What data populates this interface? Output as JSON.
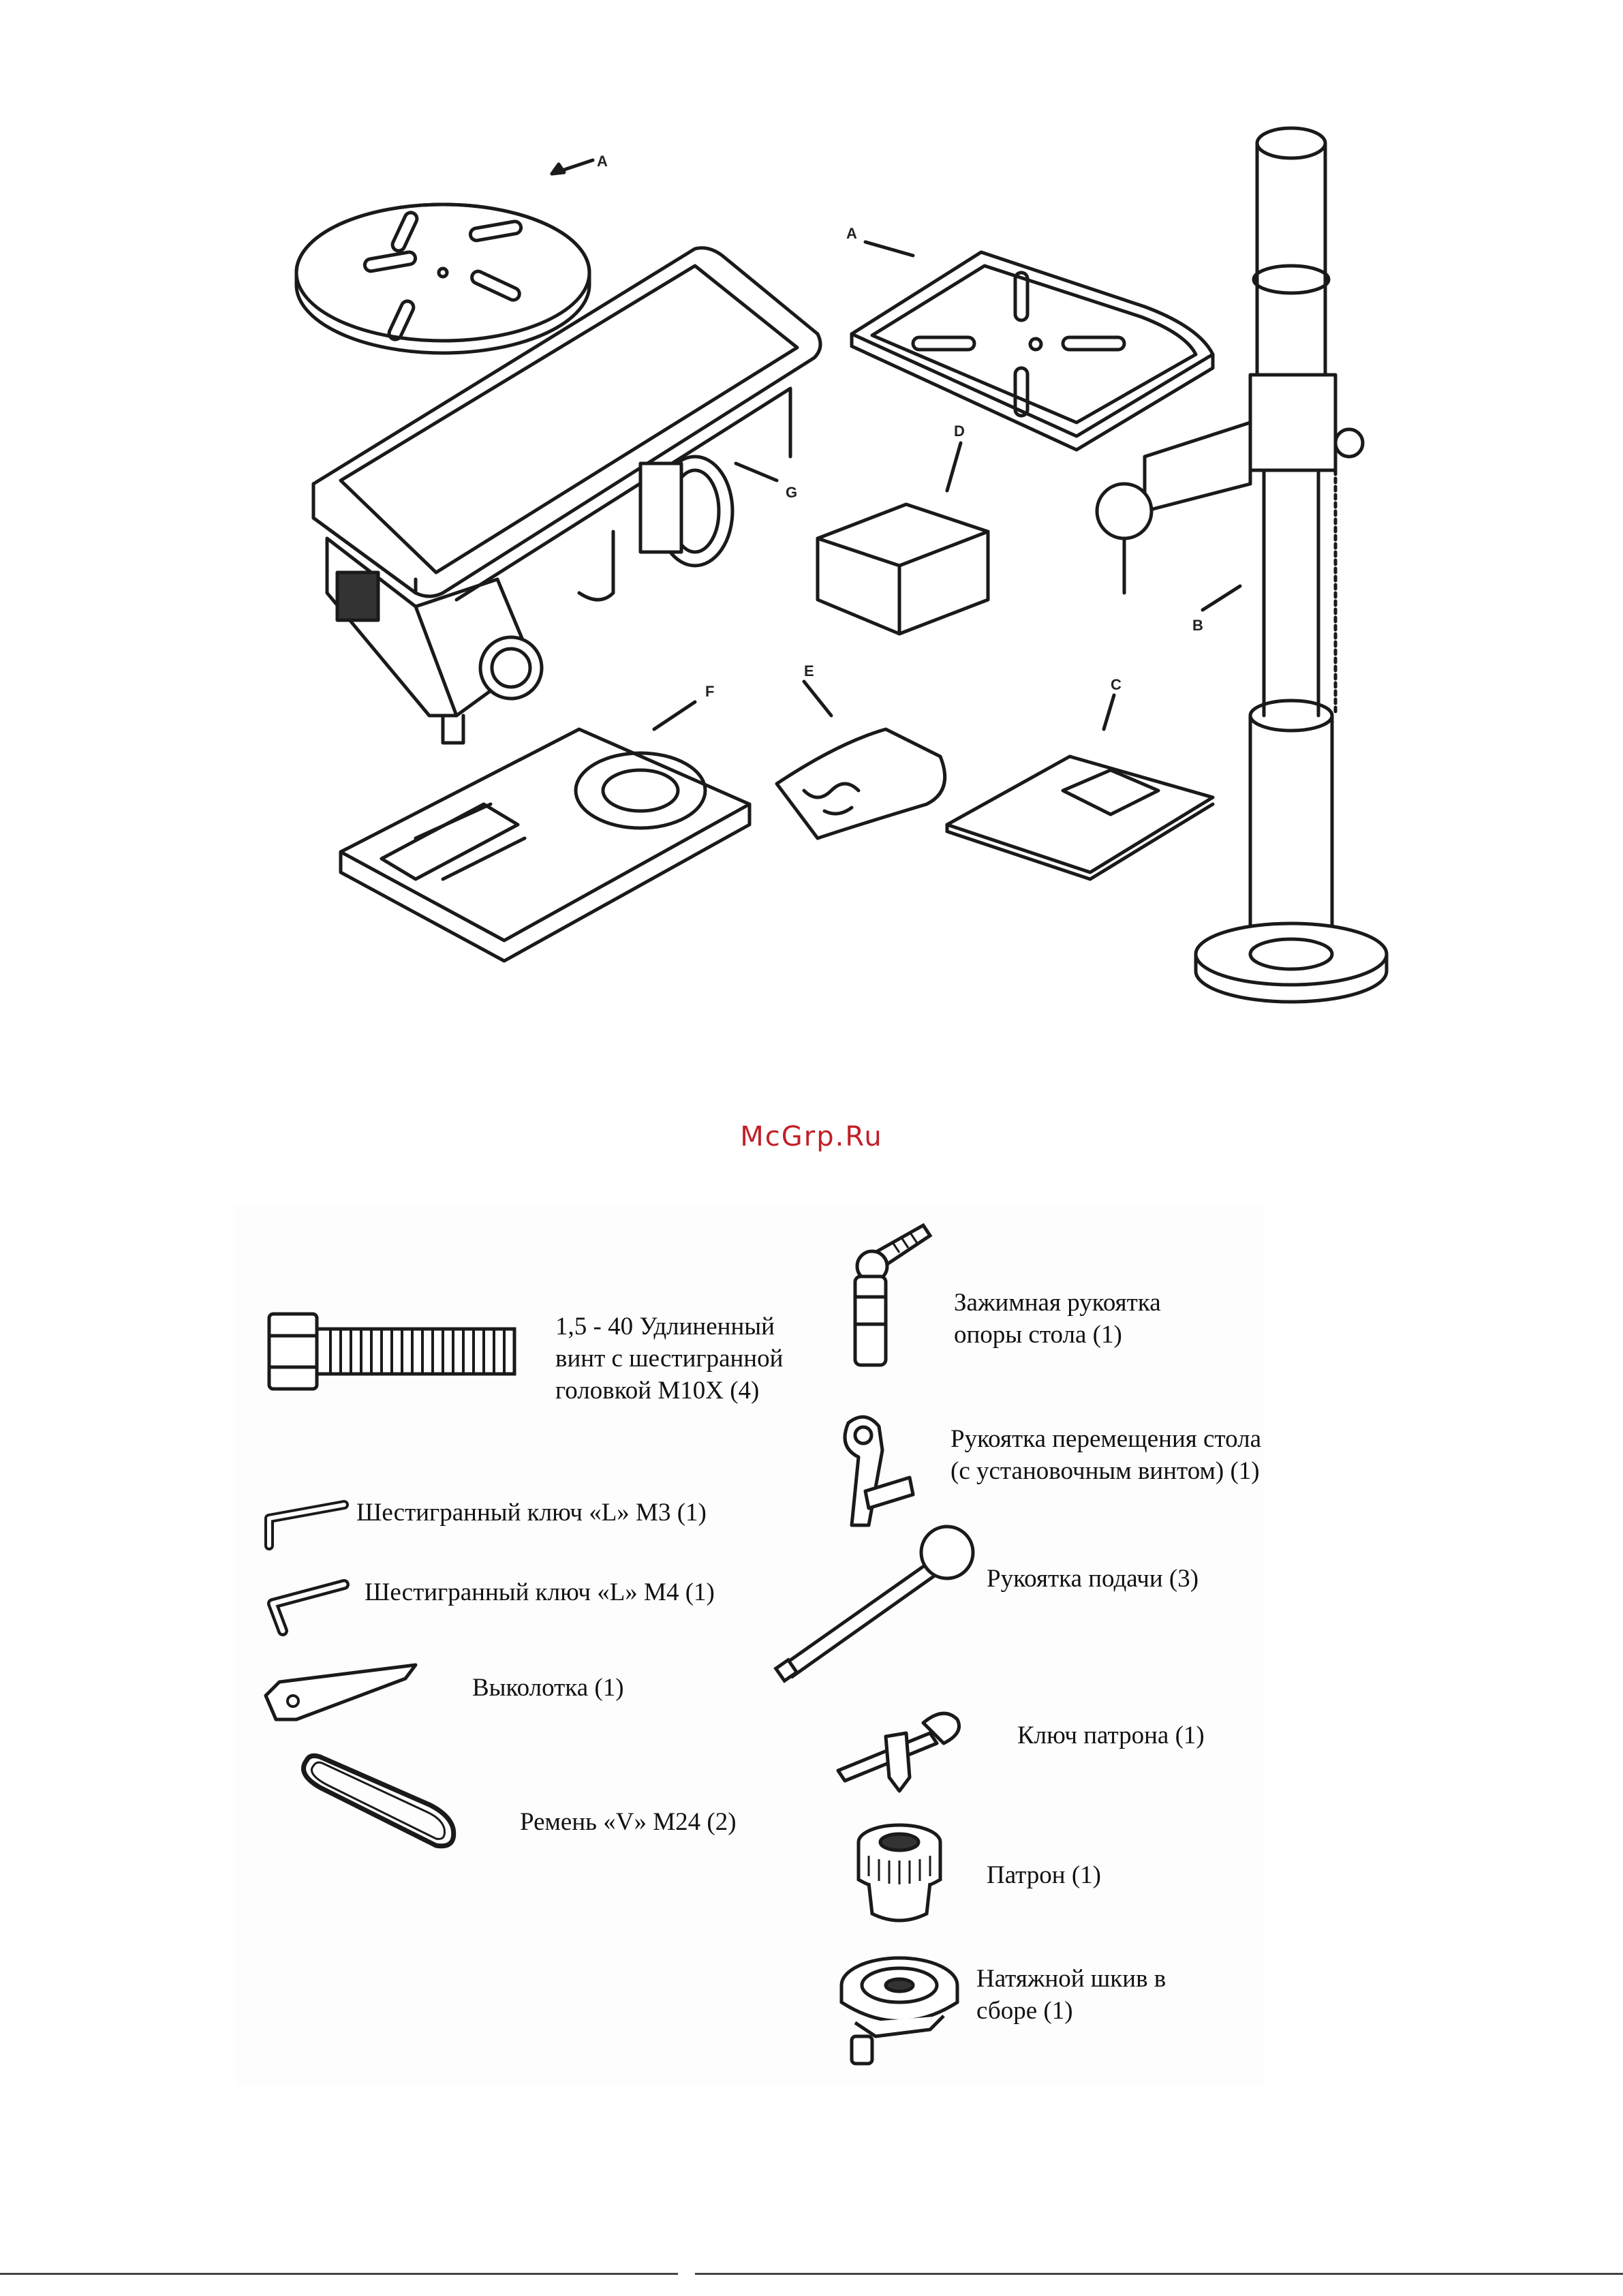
{
  "watermark": "McGrp.Ru",
  "figure_top": {
    "labels": [
      "A",
      "A",
      "B",
      "C",
      "D",
      "E",
      "F",
      "G"
    ]
  },
  "parts": [
    {
      "text_lines": [
        "1,5 - 40 Удлиненный",
        "винт с шестигранной",
        "головкой M10X (4)"
      ],
      "icon": "hex-bolt-icon"
    },
    {
      "text_lines": [
        "Шестигранный ключ «L» M3 (1)"
      ],
      "icon": "hex-key-icon"
    },
    {
      "text_lines": [
        "Шестигранный ключ «L» M4 (1)"
      ],
      "icon": "hex-key-icon"
    },
    {
      "text_lines": [
        "Выколотка (1)"
      ],
      "icon": "drift-key-icon"
    },
    {
      "text_lines": [
        "Ремень «V» M24 (2)"
      ],
      "icon": "v-belt-icon"
    },
    {
      "text_lines": [
        "Зажимная рукоятка",
        "опоры стола (1)"
      ],
      "icon": "clamp-handle-icon"
    },
    {
      "text_lines": [
        "Рукоятка перемещения стола",
        "(с установочным винтом) (1)"
      ],
      "icon": "crank-handle-icon"
    },
    {
      "text_lines": [
        "Рукоятка подачи (3)"
      ],
      "icon": "feed-handle-icon"
    },
    {
      "text_lines": [
        "Ключ патрона (1)"
      ],
      "icon": "chuck-key-icon"
    },
    {
      "text_lines": [
        "Патрон (1)"
      ],
      "icon": "drill-chuck-icon"
    },
    {
      "text_lines": [
        "Натяжной шкив в",
        "сборе (1)"
      ],
      "icon": "tension-pulley-icon"
    }
  ]
}
